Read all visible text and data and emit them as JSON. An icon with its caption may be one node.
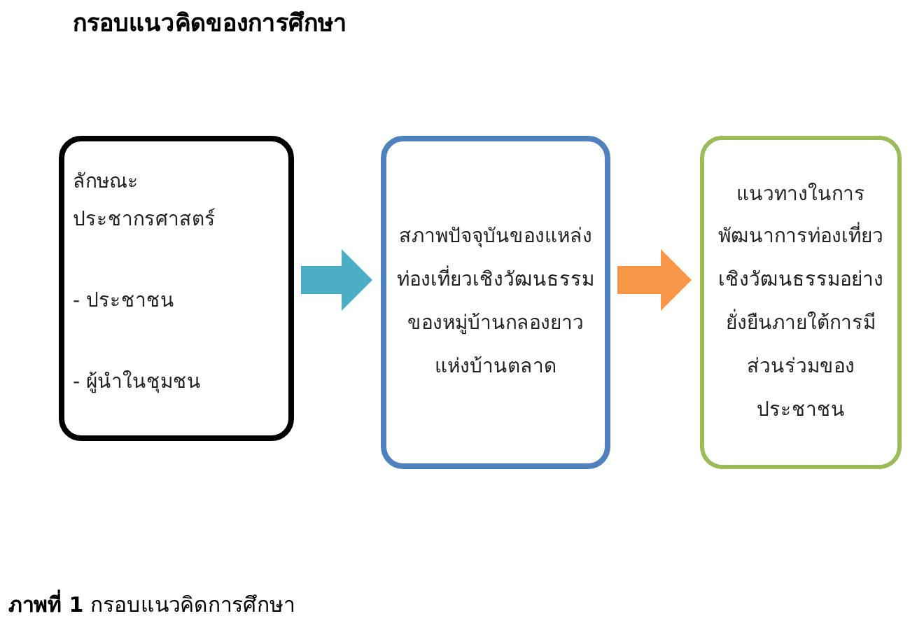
{
  "diagram": {
    "title": "กรอบแนวคิดของการศึกษา",
    "caption": "**ภาพที่ 1** กรอบแนวคิดการศึกษา",
    "nodes": [
      {
        "text": [
          "ลักษณะประชากรศาสตร์",
          "- ประชาชน",
          "- ผู้นำในชุมชน"
        ]
      },
      {
        "text": [
          "สภาพปัจจุบันของแหล่งท่องเที่ยวเชิงวัฒนธรรมของหมู่บ้านกลองยาวแห่งบ้านตลาด"
        ]
      },
      {
        "text": [
          "แนวทางในการพัฒนาการท่องเที่ยวเชิงวัฒนธรรมอย่างยั่งยืนภายใต้การมีส่วนร่วมของประชาชน"
        ]
      }
    ],
    "edges": [
      {
        "from": 0,
        "to": 1,
        "arrow": "to",
        "color": "#4bacc6"
      },
      {
        "from": 1,
        "to": 2,
        "arrow": "to",
        "color": "#f79646"
      }
    ]
  }
}
